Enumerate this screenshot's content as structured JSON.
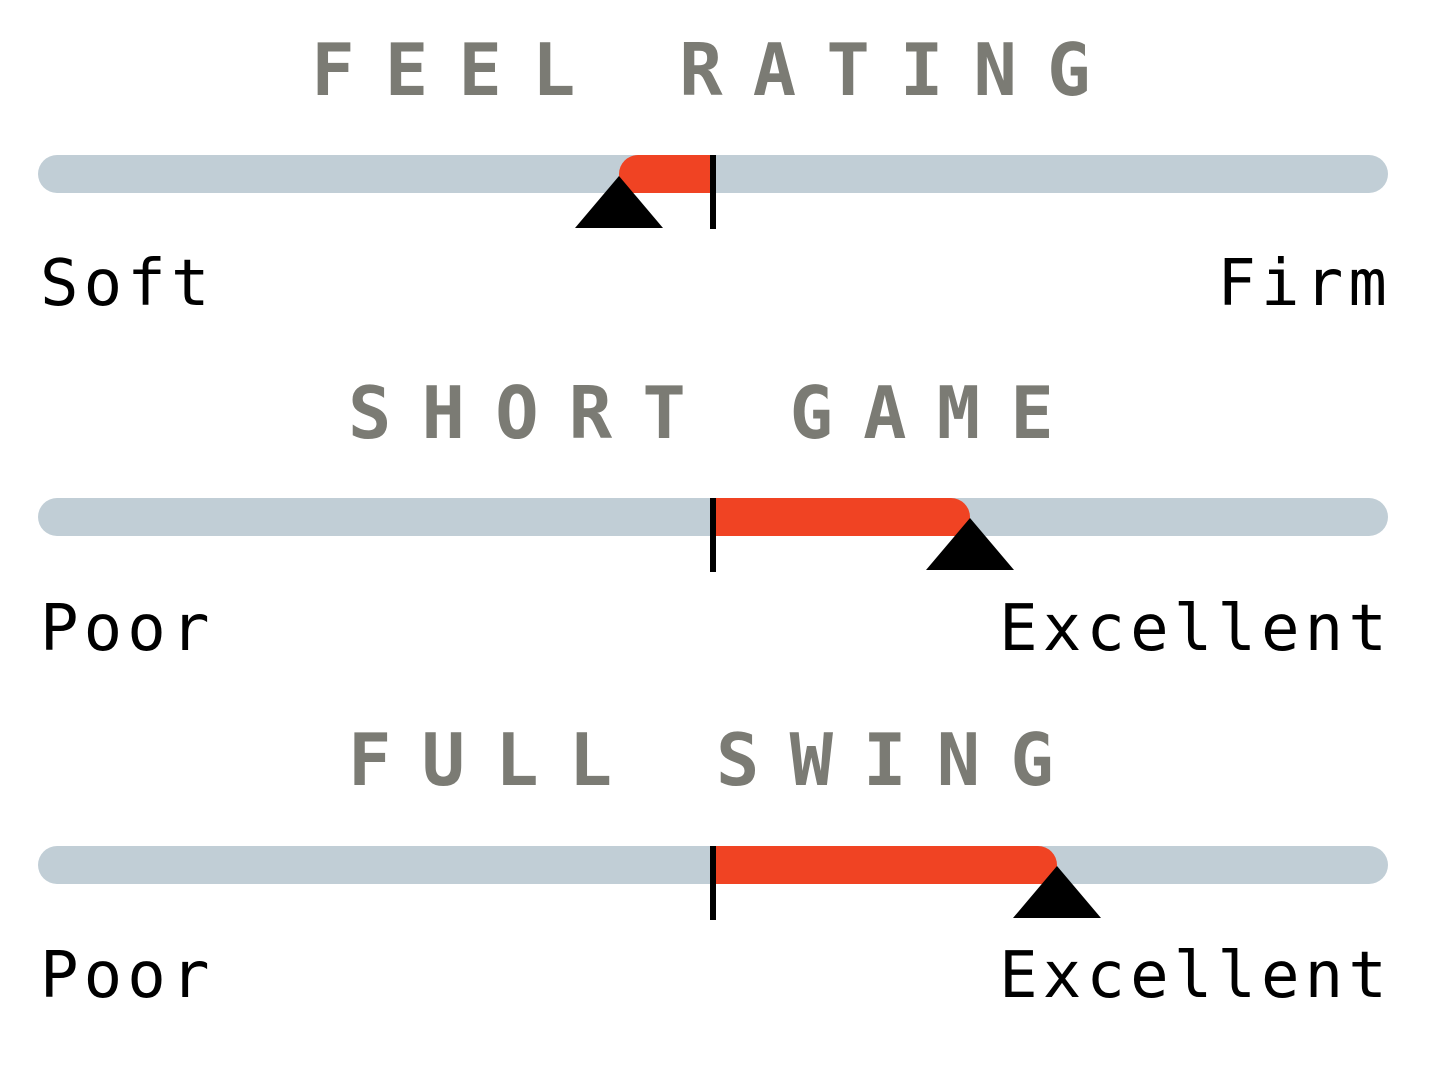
{
  "ratings": [
    {
      "title": "FEEL RATING",
      "left_label": "Soft",
      "right_label": "Firm",
      "value": -0.14
    },
    {
      "title": "SHORT GAME",
      "left_label": "Poor",
      "right_label": "Excellent",
      "value": 0.38
    },
    {
      "title": "FULL SWING",
      "left_label": "Poor",
      "right_label": "Excellent",
      "value": 0.51
    }
  ],
  "colors": {
    "title": "#7b7b74",
    "track": "#c1ced6",
    "fill": "#f04323",
    "marker": "#000000"
  }
}
